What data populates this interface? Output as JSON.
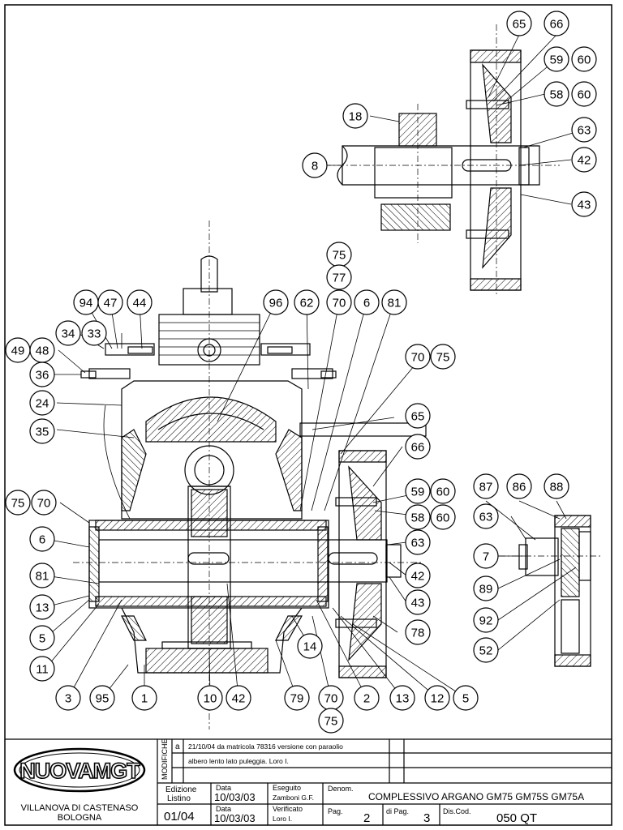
{
  "callouts": [
    {
      "label": "65"
    },
    {
      "label": "66"
    },
    {
      "label": "59"
    },
    {
      "label": "60"
    },
    {
      "label": "58"
    },
    {
      "label": "60"
    },
    {
      "label": "18"
    },
    {
      "label": "63"
    },
    {
      "label": "8"
    },
    {
      "label": "42"
    },
    {
      "label": "43"
    },
    {
      "label": "75"
    },
    {
      "label": "77"
    },
    {
      "label": "94"
    },
    {
      "label": "47"
    },
    {
      "label": "44"
    },
    {
      "label": "96"
    },
    {
      "label": "62"
    },
    {
      "label": "70"
    },
    {
      "label": "6"
    },
    {
      "label": "81"
    },
    {
      "label": "34"
    },
    {
      "label": "33"
    },
    {
      "label": "49"
    },
    {
      "label": "48"
    },
    {
      "label": "36"
    },
    {
      "label": "24"
    },
    {
      "label": "70"
    },
    {
      "label": "75"
    },
    {
      "label": "35"
    },
    {
      "label": "65"
    },
    {
      "label": "66"
    },
    {
      "label": "75"
    },
    {
      "label": "70"
    },
    {
      "label": "59"
    },
    {
      "label": "60"
    },
    {
      "label": "58"
    },
    {
      "label": "60"
    },
    {
      "label": "87"
    },
    {
      "label": "86"
    },
    {
      "label": "88"
    },
    {
      "label": "63"
    },
    {
      "label": "6"
    },
    {
      "label": "63"
    },
    {
      "label": "7"
    },
    {
      "label": "42"
    },
    {
      "label": "81"
    },
    {
      "label": "89"
    },
    {
      "label": "43"
    },
    {
      "label": "13"
    },
    {
      "label": "92"
    },
    {
      "label": "78"
    },
    {
      "label": "5"
    },
    {
      "label": "14"
    },
    {
      "label": "52"
    },
    {
      "label": "11"
    },
    {
      "label": "3"
    },
    {
      "label": "95"
    },
    {
      "label": "1"
    },
    {
      "label": "10"
    },
    {
      "label": "42"
    },
    {
      "label": "79"
    },
    {
      "label": "70"
    },
    {
      "label": "2"
    },
    {
      "label": "13"
    },
    {
      "label": "12"
    },
    {
      "label": "5"
    },
    {
      "label": "75"
    }
  ],
  "title_block": {
    "company": "VILLANOVA DI CASTENASO",
    "city": "BOLOGNA",
    "modifiche_label": "MODIFICHE",
    "rev_letter": "a",
    "rev_line1": "21/10/04 da matricola 78316 versione con paraolio",
    "rev_line2": "albero lento lato puleggia.   Loro I.",
    "edizione_label": "Edizione",
    "listino_label": "Listino",
    "edizione_value": "01/04",
    "data_label1": "Data",
    "data_value1": "10/03/03",
    "data_label2": "Data",
    "data_value2": "10/03/03",
    "eseguito_label": "Eseguito",
    "eseguito_value": "Zamboni G.F.",
    "verificato_label": "Verificato",
    "verificato_value": "Loro I.",
    "denom_label": "Denom.",
    "denom_value": "COMPLESSIVO ARGANO  GM75 GM75S GM75A",
    "pag_label": "Pag.",
    "pag_value": "2",
    "dipag_label": "di Pag.",
    "dipag_value": "3",
    "discod_label": "Dis.Cod.",
    "discod_value": "050 QT"
  }
}
